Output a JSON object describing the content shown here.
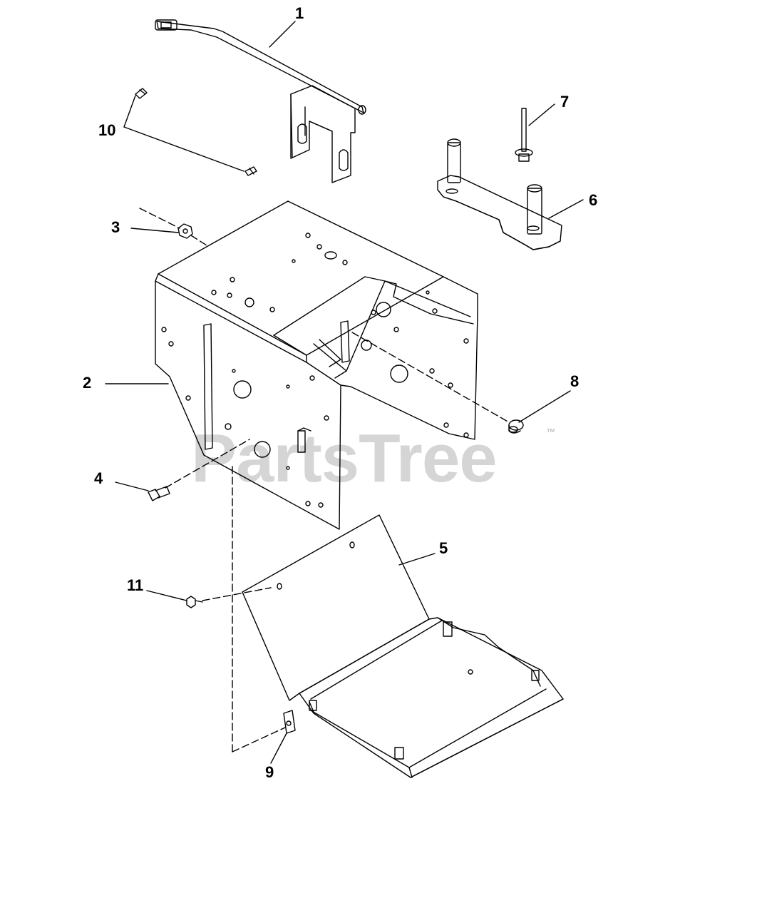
{
  "callouts": [
    {
      "id": "1",
      "label": "1"
    },
    {
      "id": "2",
      "label": "2"
    },
    {
      "id": "3",
      "label": "3"
    },
    {
      "id": "4",
      "label": "4"
    },
    {
      "id": "5",
      "label": "5"
    },
    {
      "id": "6",
      "label": "6"
    },
    {
      "id": "7",
      "label": "7"
    },
    {
      "id": "8",
      "label": "8"
    },
    {
      "id": "9",
      "label": "9"
    },
    {
      "id": "10",
      "label": "10"
    },
    {
      "id": "11",
      "label": "11"
    }
  ],
  "watermark": {
    "text": "PartsTree",
    "trademark": "™"
  },
  "colors": {
    "line": "#000000",
    "watermark": "#c8c8c8"
  }
}
